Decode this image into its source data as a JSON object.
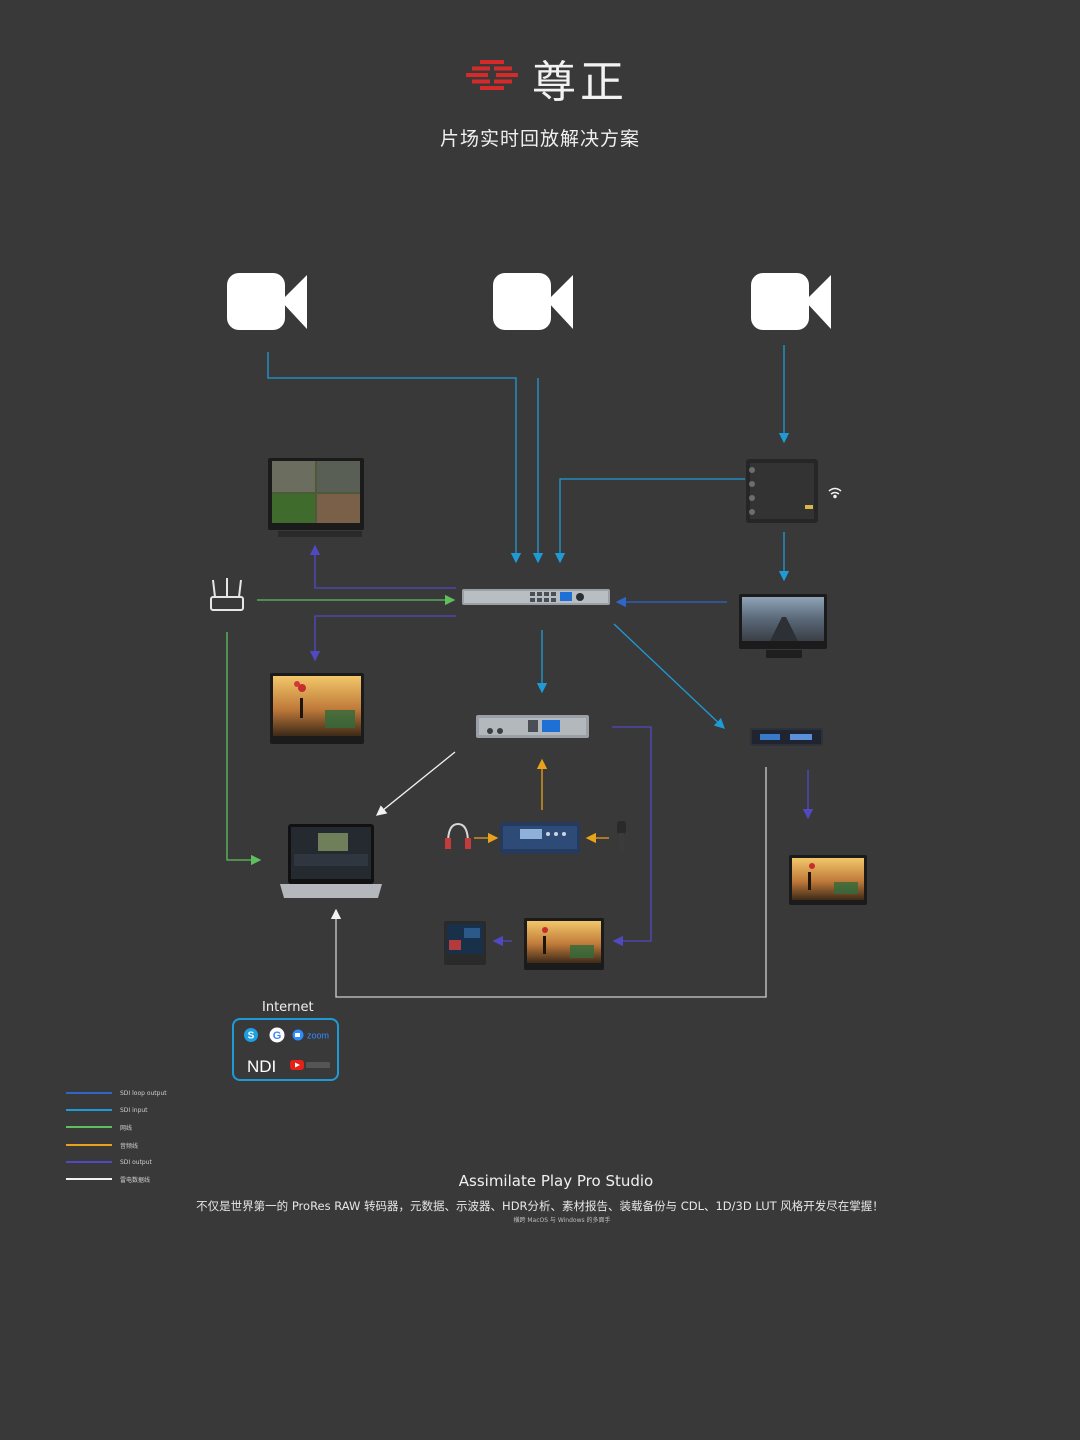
{
  "brand": {
    "name": "尊正",
    "logo_color": "#d42a2a"
  },
  "subtitle": "片场实时回放解决方案",
  "colors": {
    "sdi_loop_output": "#2f66c9",
    "sdi_input": "#1e9bd7",
    "network": "#5fbf5f",
    "audio": "#e8a21c",
    "sdi_output": "#5049c2",
    "timecode": "#f2f2f2"
  },
  "devices": {
    "cameras": [
      "camera-icon",
      "camera-icon",
      "camera-icon"
    ],
    "wireless": "wifi-icon"
  },
  "internet": {
    "label": "Internet",
    "zoom_text": "zoom",
    "ndi_text": "NDI",
    "services": [
      "skype-icon",
      "google-icon",
      "zoom-icon",
      "youtube-icon"
    ]
  },
  "legend": [
    {
      "label": "SDI loop output",
      "color": "#2f66c9"
    },
    {
      "label": "SDI input",
      "color": "#1e9bd7"
    },
    {
      "label": "网线",
      "color": "#5fbf5f"
    },
    {
      "label": "音频线",
      "color": "#e8a21c"
    },
    {
      "label": "SDI output",
      "color": "#5049c2"
    },
    {
      "label": "雷电数据线",
      "color": "#f2f2f2"
    }
  ],
  "footer": {
    "title": "Assimilate Play Pro Studio",
    "description": "不仅是世界第一的 ProRes RAW 转码器，元数据、示波器、HDR分析、素材报告、装载备份与 CDL、1D/3D LUT 风格开发尽在掌握！",
    "note": "横跨 MacOS 与 Windows 的多面手"
  }
}
